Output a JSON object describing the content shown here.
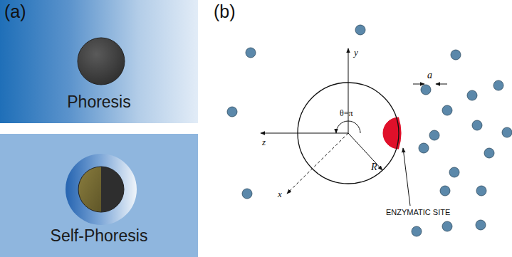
{
  "diagram": {
    "nodes": [
      {
        "text": [
          "Phoresis"
        ]
      },
      {
        "text": [
          "Self-Phoresis"
        ]
      }
    ],
    "labels": [
      "(a)",
      "(b)",
      "y",
      "z",
      "x",
      "θ=π",
      "R",
      "a",
      "ENZYMATIC SITE"
    ]
  }
}
